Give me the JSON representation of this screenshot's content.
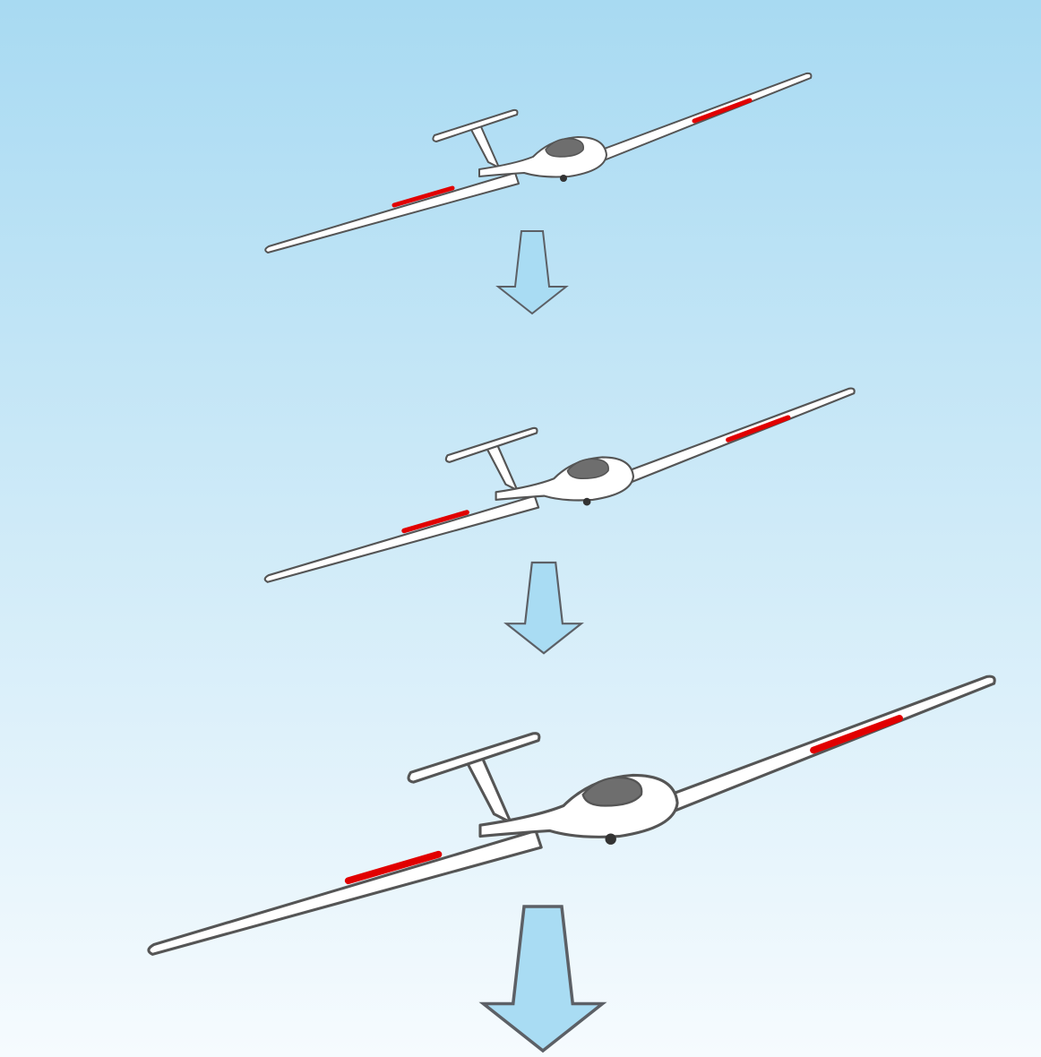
{
  "title": "",
  "colors": {
    "sky_top": "#a8daf2",
    "sky_bottom": "#f6fbfe",
    "outline": "#555555",
    "airframe": "#ffffff",
    "spoiler": "#e10000",
    "canopy": "#6e6e6e",
    "arrow_fill": "#a9dcf3",
    "arrow_stroke": "#5c6066"
  },
  "sequence": [
    {
      "name": "glider-stage-1",
      "spoilers": "deployed"
    },
    {
      "name": "glider-stage-2",
      "spoilers": "deployed"
    },
    {
      "name": "glider-stage-3",
      "spoilers": "deployed"
    }
  ],
  "arrows": [
    {
      "name": "descent-arrow-1",
      "direction": "down"
    },
    {
      "name": "descent-arrow-2",
      "direction": "down"
    },
    {
      "name": "descent-arrow-3",
      "direction": "down"
    }
  ]
}
